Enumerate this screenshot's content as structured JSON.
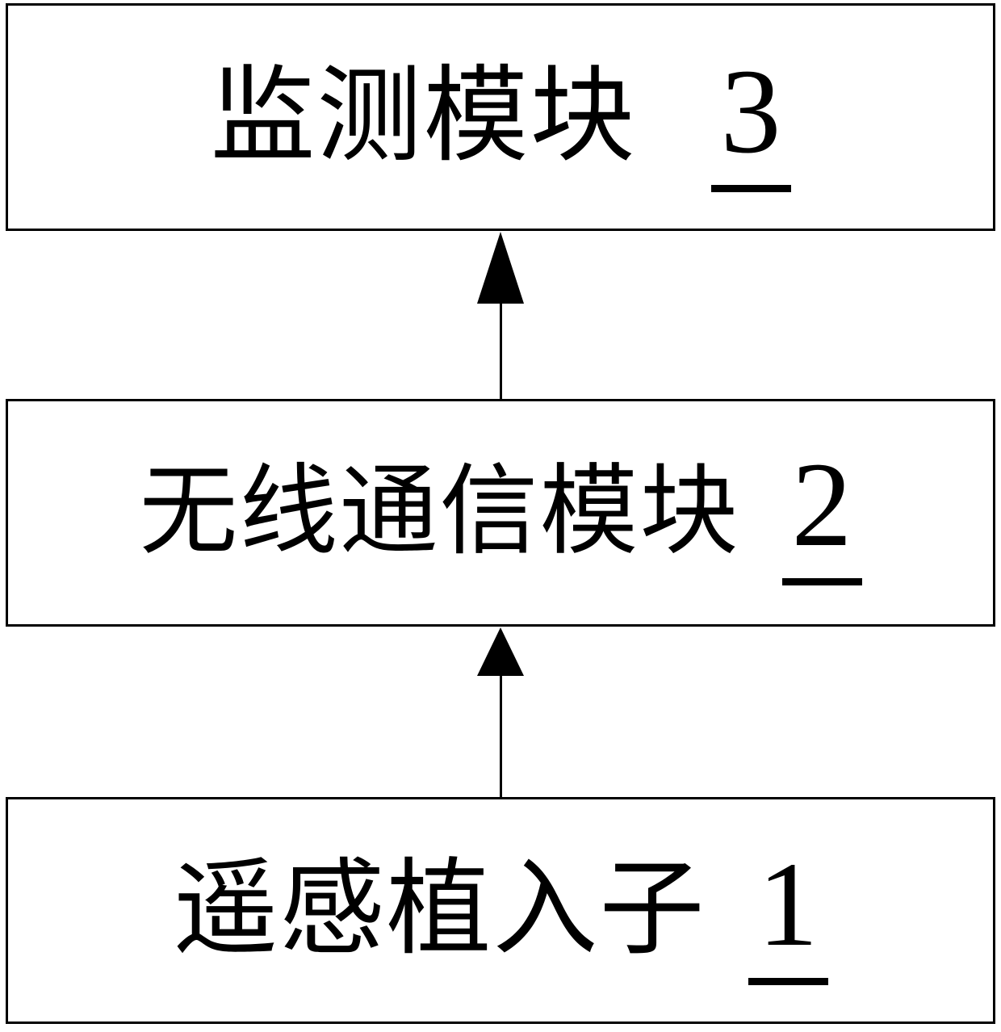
{
  "diagram": {
    "background_color": "#ffffff",
    "stroke_color": "#000000",
    "boxes": [
      {
        "id": "monitoring-module",
        "label": "监测模块",
        "number": "3",
        "number_underlined": true
      },
      {
        "id": "wireless-communication-module",
        "label": "无线通信模块",
        "number": "2",
        "number_underlined": true
      },
      {
        "id": "remote-sensing-implant",
        "label": "遥感植入子",
        "number": "1",
        "number_underlined": true
      }
    ],
    "arrows": [
      {
        "id": "arrow-wireless-to-monitoring",
        "from": "无线通信模块 2",
        "to": "监测模块 3",
        "direction": "up"
      },
      {
        "id": "arrow-implant-to-wireless",
        "from": "遥感植入子 1",
        "to": "无线通信模块 2",
        "direction": "up"
      }
    ]
  }
}
